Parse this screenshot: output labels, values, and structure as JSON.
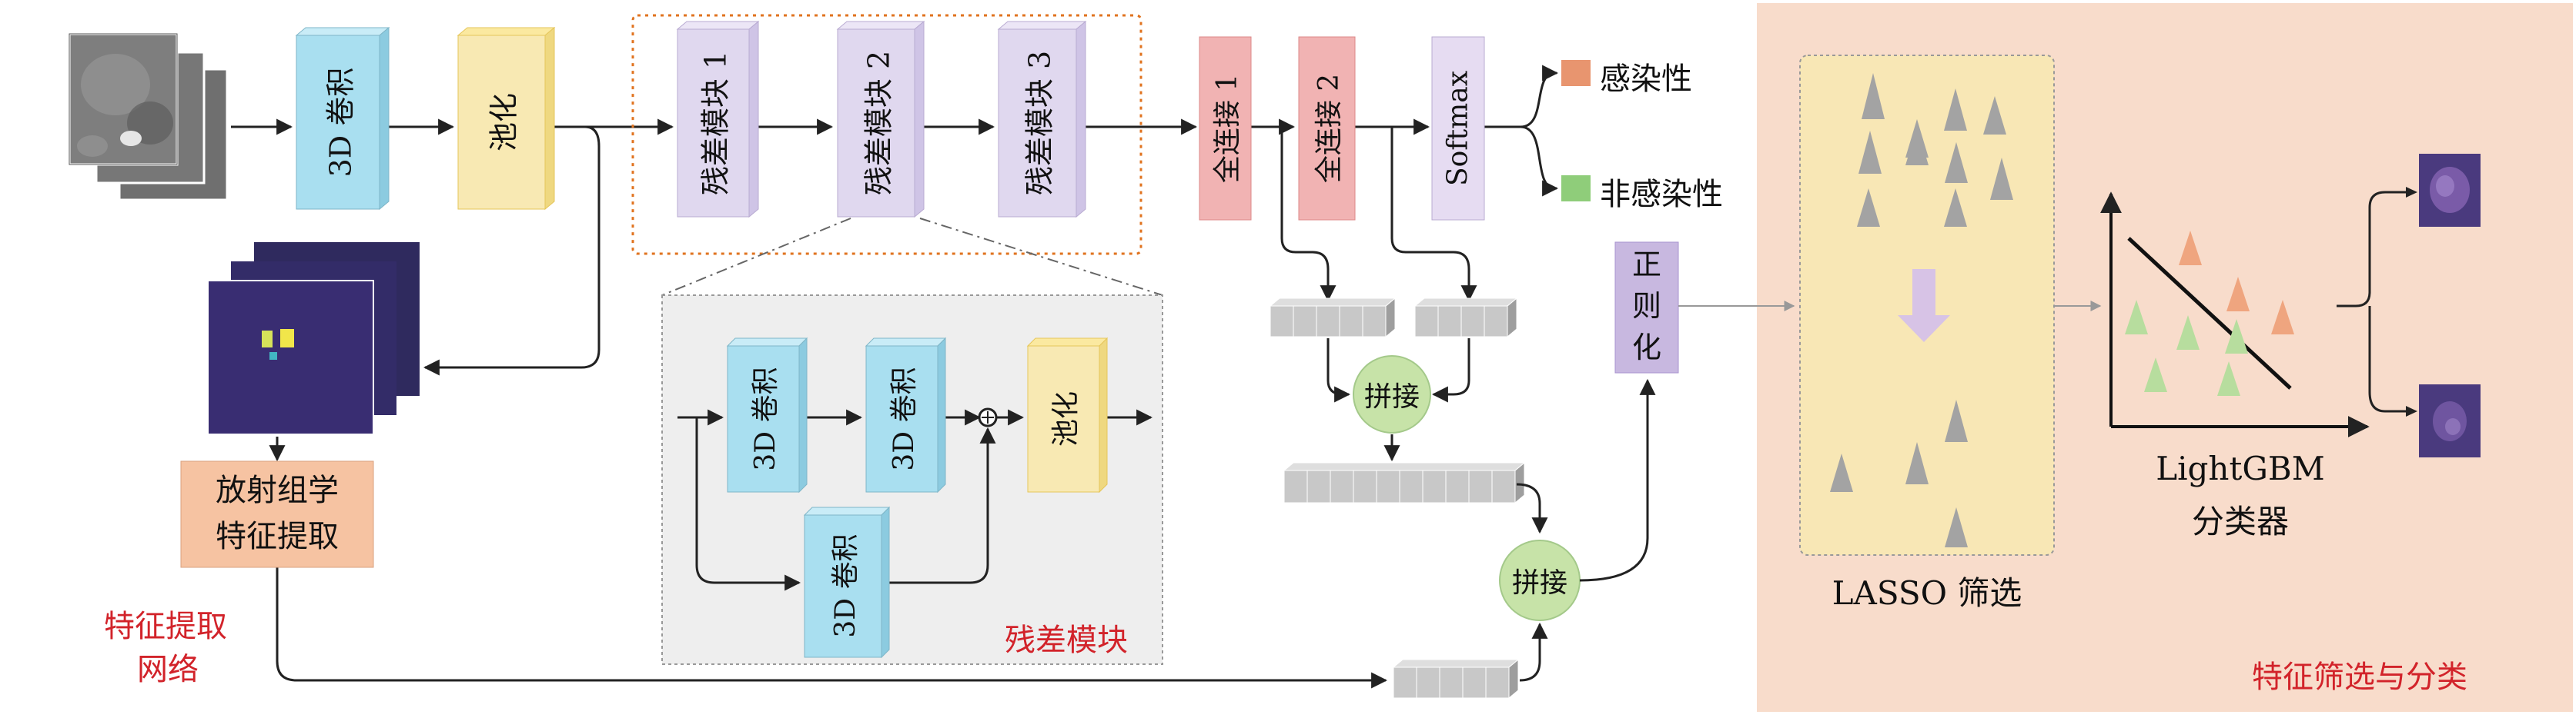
{
  "blocks": {
    "conv3d": "3D 卷积",
    "pool": "池化",
    "res1": "残差模块 1",
    "res2": "残差模块 2",
    "res3": "残差模块 3",
    "fc1": "全连接 1",
    "fc2": "全连接 2",
    "softmax": "Softmax"
  },
  "outputs": {
    "infected": "感染性",
    "non_infected": "非感染性"
  },
  "radiomics": {
    "line1": "放射组学",
    "line2": "特征提取"
  },
  "feature_net": {
    "line1": "特征提取",
    "line2": "网络"
  },
  "res_detail": {
    "title": "残差模块",
    "conv": "3D 卷积",
    "pool": "池化"
  },
  "concat": "拼接",
  "regularize": {
    "c1": "正",
    "c2": "则",
    "c3": "化"
  },
  "lasso": "LASSO 筛选",
  "classifier": {
    "line1": "LightGBM",
    "line2": "分类器"
  },
  "stage_label": "特征筛选与分类",
  "colors": {
    "conv_blue": "#a9dff0",
    "pool_yellow": "#f8e9b3",
    "res_purple": "#e0d8ef",
    "fc_pink": "#f1b3b3",
    "concat_green": "#c7e3a8",
    "stage_bg": "#f8dccb",
    "lasso_bg": "#f8e7b5",
    "orange_square": "#e8956f",
    "green_square": "#8fcd7a",
    "label_red": "#d2232a"
  }
}
